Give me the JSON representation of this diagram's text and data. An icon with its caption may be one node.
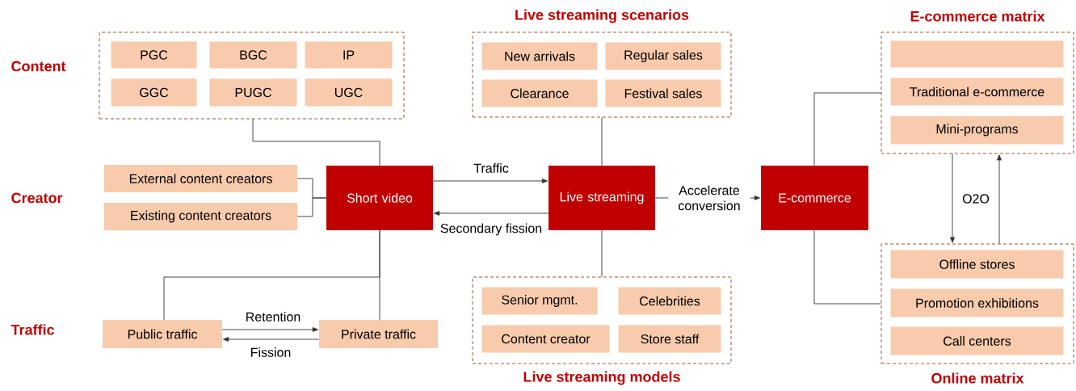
{
  "diagram": {
    "nodes": [
      {
        "text": [],
        "shape": "box"
      },
      {
        "text": [
          "PGC"
        ],
        "in": 0
      },
      {
        "text": [
          "BGC"
        ],
        "in": 0
      },
      {
        "text": [
          "IP"
        ],
        "in": 0
      },
      {
        "text": [
          "GGC"
        ],
        "in": 0
      },
      {
        "text": [
          "PUGC"
        ],
        "in": 0
      },
      {
        "text": [
          "UGC"
        ],
        "in": 0
      },
      {
        "text": [
          "External content creators"
        ]
      },
      {
        "text": [
          "Existing content creators"
        ]
      },
      {
        "text": [
          "Short video"
        ]
      },
      {
        "text": [
          "Public traffic"
        ]
      },
      {
        "text": [
          "Private traffic"
        ]
      },
      {
        "text": [
          "Live streaming scenarios"
        ]
      },
      {
        "text": [
          "New arrivals"
        ],
        "in": 12
      },
      {
        "text": [
          "Regular sales"
        ],
        "in": 12
      },
      {
        "text": [
          "Clearance"
        ],
        "in": 12
      },
      {
        "text": [
          "Festival sales"
        ],
        "in": 12
      },
      {
        "text": [
          "Live streaming"
        ]
      },
      {
        "text": [
          "Live streaming models"
        ]
      },
      {
        "text": [
          "Senior mgmt."
        ],
        "in": 18
      },
      {
        "text": [
          "Celebrities"
        ],
        "in": 18
      },
      {
        "text": [
          "Content creator"
        ],
        "in": 18
      },
      {
        "text": [
          "Store staff"
        ],
        "in": 18
      },
      {
        "text": [
          "E-commerce"
        ]
      },
      {
        "text": [
          "E-commerce matrix"
        ]
      },
      {
        "text": [],
        "shape": "box",
        "in": 24
      },
      {
        "text": [
          "Traditional e-commerce"
        ],
        "in": 24
      },
      {
        "text": [
          "Mini-programs"
        ],
        "in": 24
      },
      {
        "text": [
          "Online matrix"
        ]
      },
      {
        "text": [
          "Offline stores"
        ],
        "in": 28
      },
      {
        "text": [
          "Promotion exhibitions"
        ],
        "in": 28
      },
      {
        "text": [
          "Call centers"
        ],
        "in": 28
      }
    ],
    "edges": [
      {
        "from": 0,
        "to": 9,
        "arrow": "none"
      },
      {
        "from": 7,
        "to": 9,
        "arrow": "none"
      },
      {
        "from": 8,
        "to": 9,
        "arrow": "none"
      },
      {
        "from": 9,
        "to": 17,
        "arrow": "to",
        "label": "Traffic"
      },
      {
        "from": 17,
        "to": 9,
        "arrow": "to",
        "label": "Secondary fission"
      },
      {
        "from": 9,
        "to": 10,
        "arrow": "none"
      },
      {
        "from": 9,
        "to": 11,
        "arrow": "none"
      },
      {
        "from": 10,
        "to": 11,
        "arrow": "to",
        "label": "Retention"
      },
      {
        "from": 11,
        "to": 10,
        "arrow": "to",
        "label": "Fission"
      },
      {
        "from": 12,
        "to": 17,
        "arrow": "none"
      },
      {
        "from": 17,
        "to": 18,
        "arrow": "none"
      },
      {
        "from": 17,
        "to": 23,
        "arrow": "to",
        "label": "Accelerate conversion"
      },
      {
        "from": 23,
        "to": 24,
        "arrow": "none"
      },
      {
        "from": 23,
        "to": 28,
        "arrow": "none"
      },
      {
        "from": 24,
        "to": 28,
        "arrow": "to",
        "label": "O2O"
      },
      {
        "from": 28,
        "to": 24,
        "arrow": "to"
      }
    ],
    "labels": [
      "Content",
      "Creator",
      "Traffic"
    ]
  }
}
